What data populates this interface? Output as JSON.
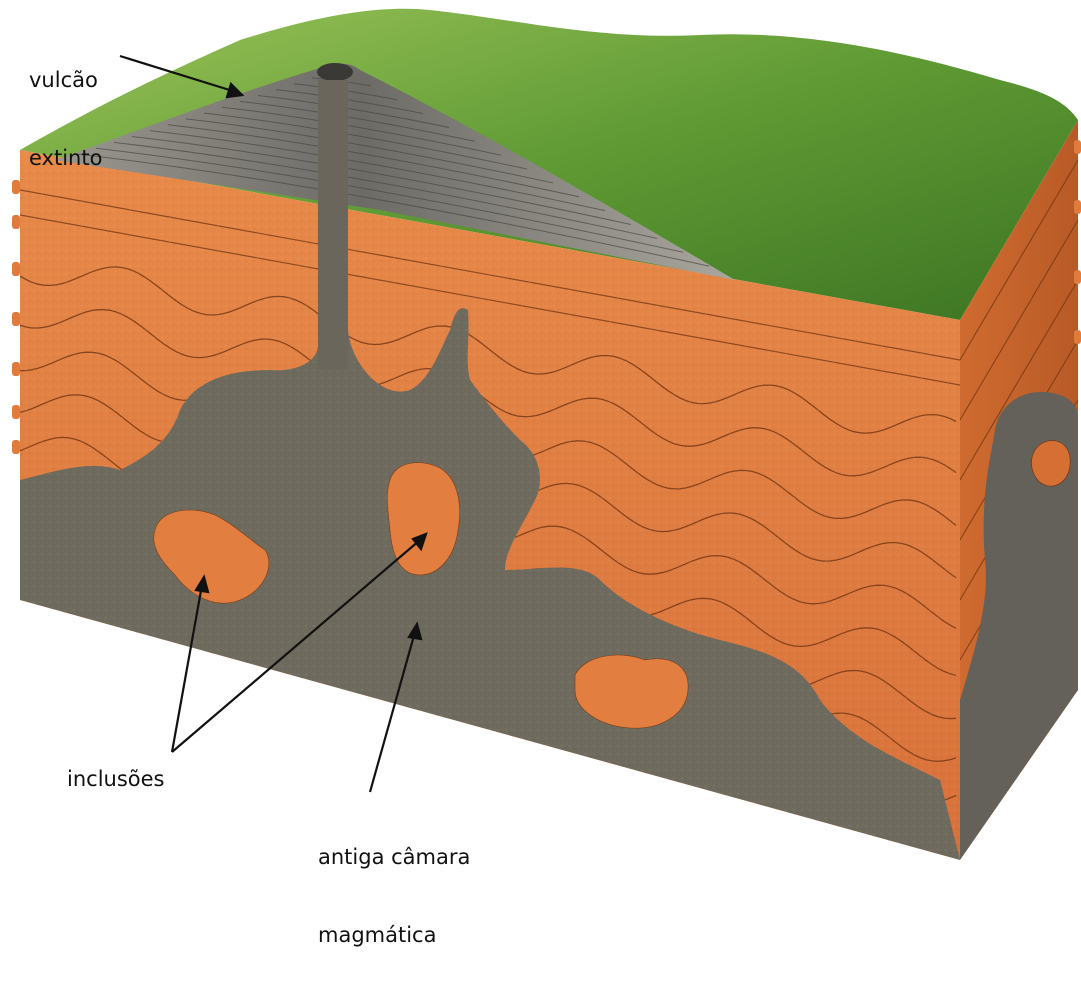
{
  "labels": {
    "volcano_line1": "vulcão",
    "volcano_line2": "extinto",
    "inclusions": "inclusões",
    "chamber_line1": "antiga câmara",
    "chamber_line2": "magmática"
  },
  "colors": {
    "grass_light": "#8dbb4c",
    "grass_dark": "#3f7a22",
    "crust_orange": "#e07b3c",
    "crust_orange_light": "#ec9a5c",
    "crust_side": "#c9652c",
    "magma_rock": "#6f6a5e",
    "magma_rock_dark": "#55514a",
    "cone_gray": "#8e8c86",
    "wave_line": "#7a3a16",
    "arrow": "#111111"
  }
}
